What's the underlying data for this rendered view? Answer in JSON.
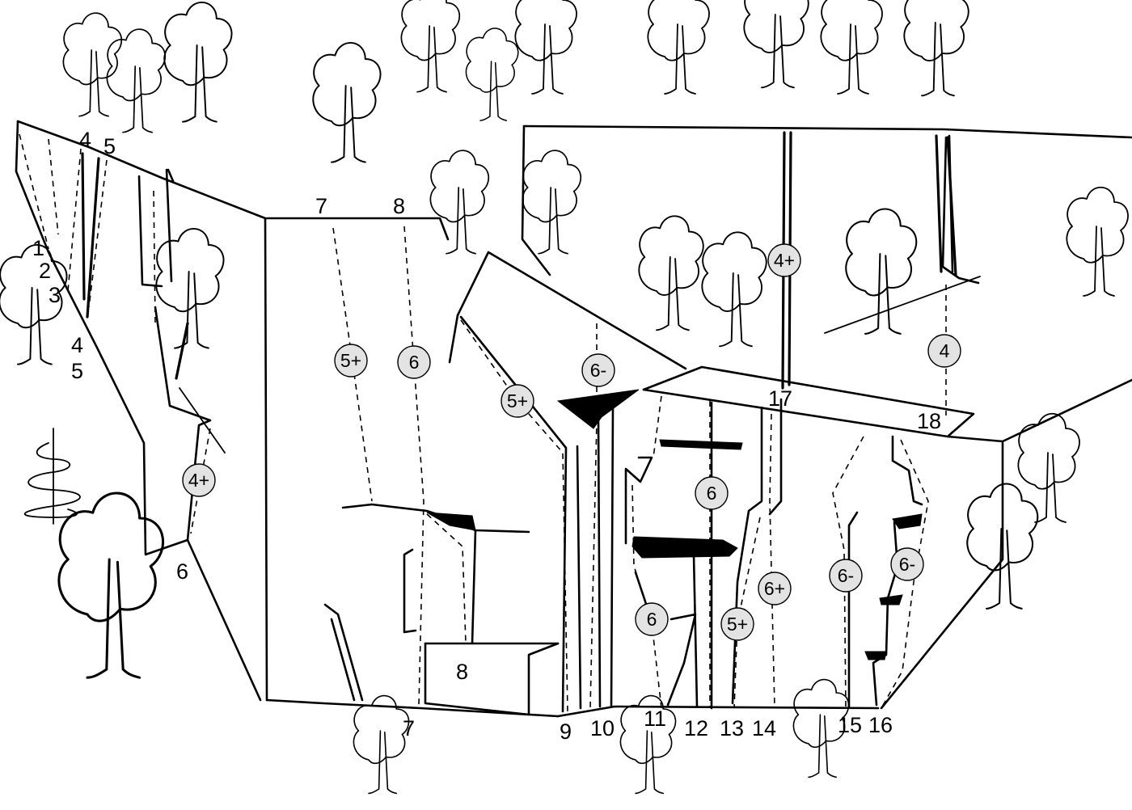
{
  "route_numbers": [
    {
      "id": "n1",
      "label": "1"
    },
    {
      "id": "n2",
      "label": "2"
    },
    {
      "id": "n3",
      "label": "3"
    },
    {
      "id": "n4a",
      "label": "4"
    },
    {
      "id": "n5a",
      "label": "5"
    },
    {
      "id": "n4b",
      "label": "4"
    },
    {
      "id": "n5b",
      "label": "5"
    },
    {
      "id": "n6",
      "label": "6"
    },
    {
      "id": "n7a",
      "label": "7"
    },
    {
      "id": "n8a",
      "label": "8"
    },
    {
      "id": "n8b",
      "label": "8"
    },
    {
      "id": "n7b",
      "label": "7"
    },
    {
      "id": "n9",
      "label": "9"
    },
    {
      "id": "n10",
      "label": "10"
    },
    {
      "id": "n11",
      "label": "11"
    },
    {
      "id": "n12",
      "label": "12"
    },
    {
      "id": "n13",
      "label": "13"
    },
    {
      "id": "n14",
      "label": "14"
    },
    {
      "id": "n15",
      "label": "15"
    },
    {
      "id": "n16",
      "label": "16"
    },
    {
      "id": "n17",
      "label": "17"
    },
    {
      "id": "n18",
      "label": "18"
    }
  ],
  "grades": [
    {
      "id": "g1",
      "label": "4+"
    },
    {
      "id": "g2",
      "label": "5+"
    },
    {
      "id": "g3",
      "label": "6"
    },
    {
      "id": "g4",
      "label": "5+"
    },
    {
      "id": "g5",
      "label": "6-"
    },
    {
      "id": "g6",
      "label": "4+"
    },
    {
      "id": "g7",
      "label": "4"
    },
    {
      "id": "g8",
      "label": "6"
    },
    {
      "id": "g9",
      "label": "6"
    },
    {
      "id": "g10",
      "label": "5+"
    },
    {
      "id": "g11",
      "label": "6+"
    },
    {
      "id": "g12",
      "label": "6-"
    },
    {
      "id": "g13",
      "label": "6-"
    }
  ]
}
